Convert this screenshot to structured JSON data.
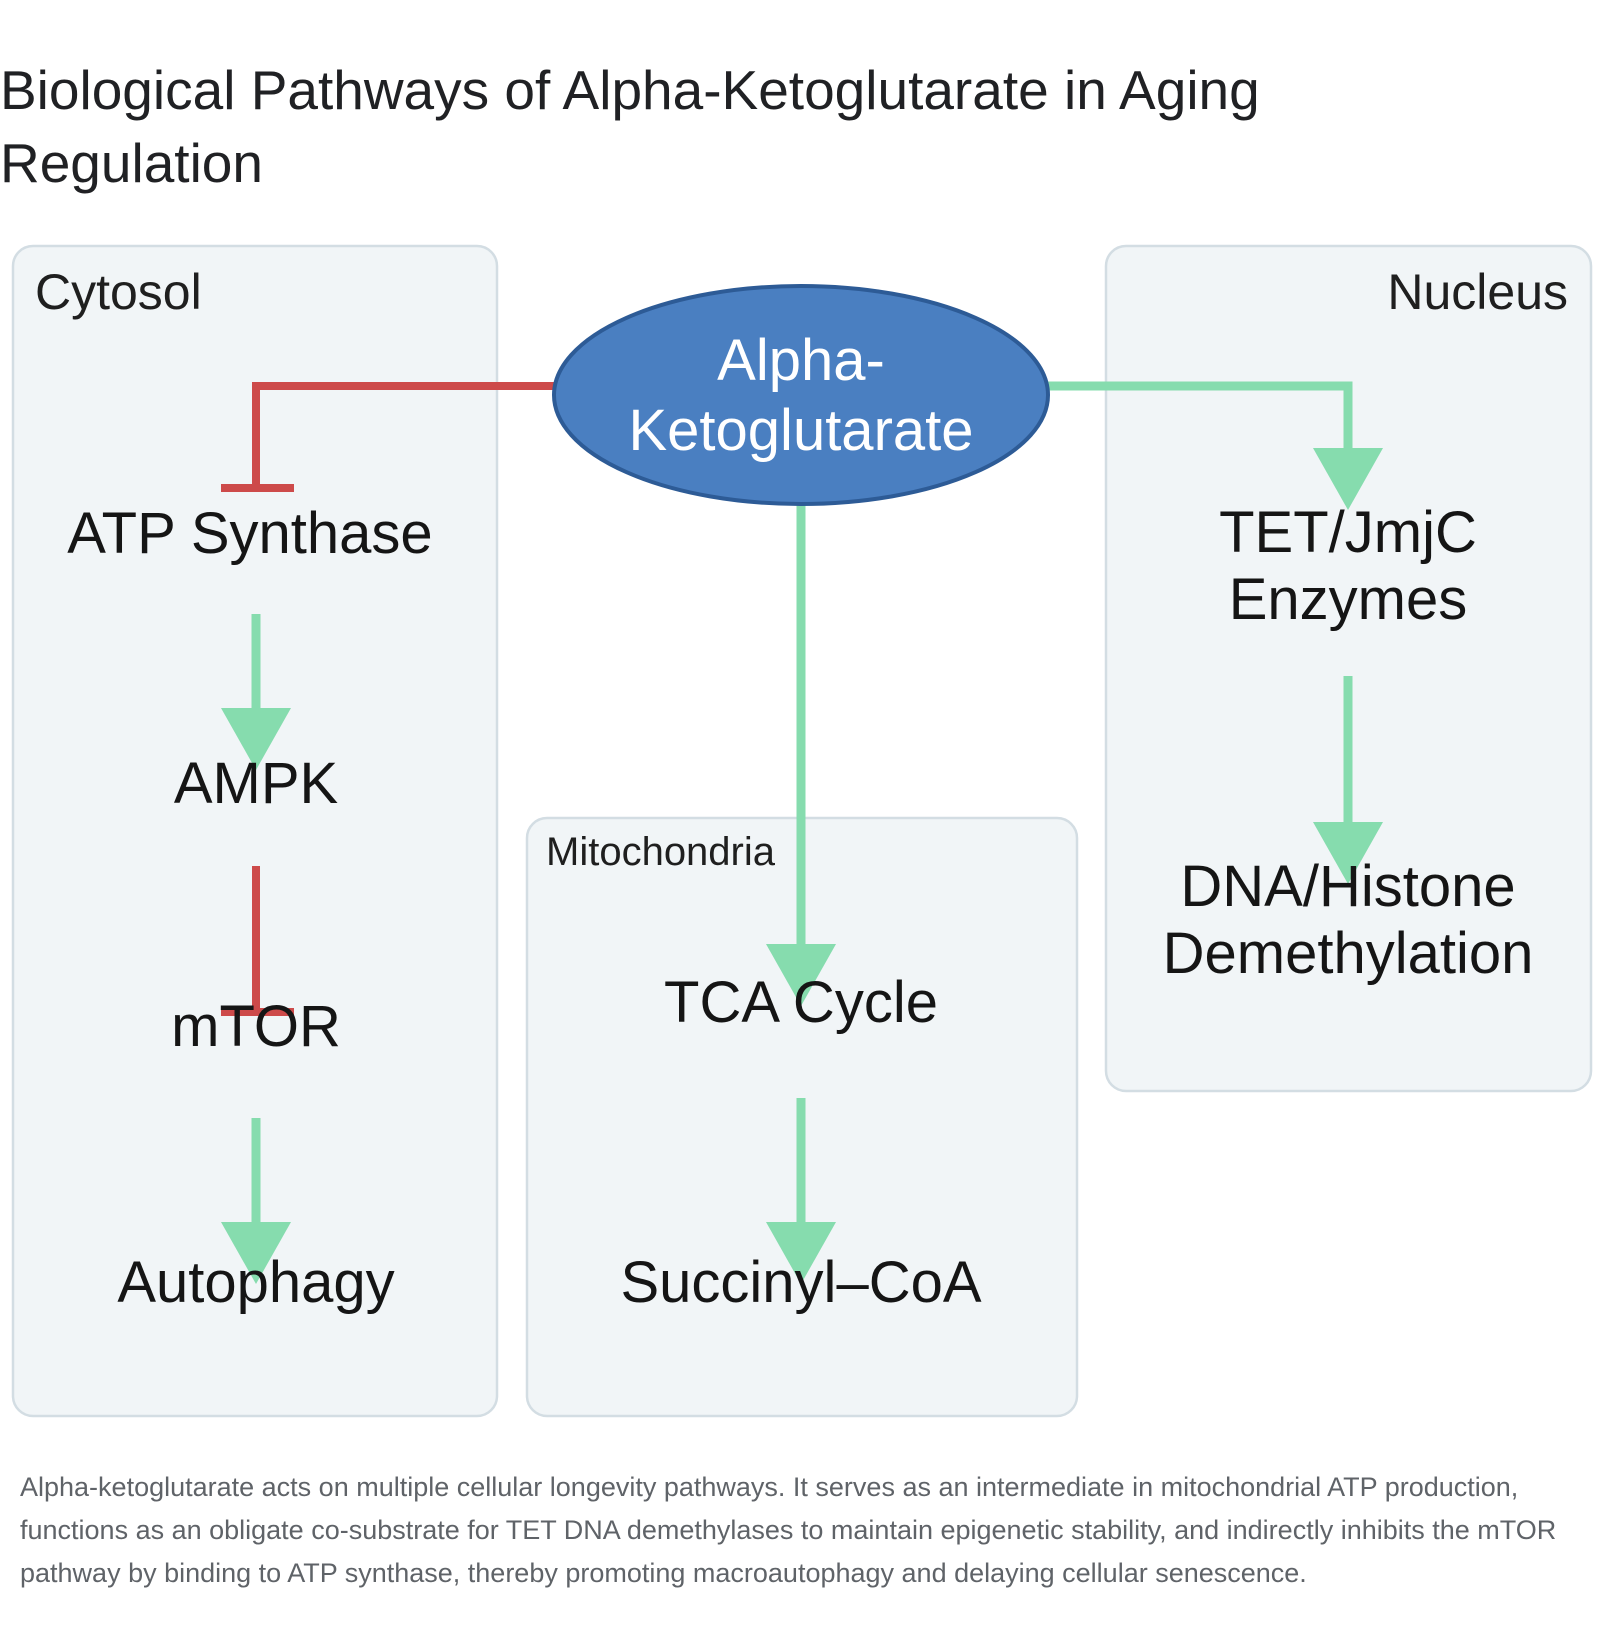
{
  "title": "Biological Pathways of Alpha-Ketoglutarate in Aging Regulation",
  "colors": {
    "activation": "#86dcae",
    "inhibition": "#cd4a4a",
    "hub_fill": "#4a7fc1",
    "hub_stroke": "#2d5b96",
    "panel_fill": "#f1f5f7",
    "panel_border": "#d3dde3"
  },
  "diagram": {
    "compartments": {
      "cytosol": "Cytosol",
      "nucleus": "Nucleus",
      "mitochondria": "Mitochondria"
    },
    "hub": {
      "line1": "Alpha-",
      "line2": "Ketoglutarate"
    },
    "nodes": {
      "atp_synthase": "ATP Synthase",
      "ampk": "AMPK",
      "mtor": "mTOR",
      "autophagy": "Autophagy",
      "tet_line1": "TET/JmjC",
      "tet_line2": "Enzymes",
      "dna_line1": "DNA/Histone",
      "dna_line2": "Demethylation",
      "tca_cycle": "TCA Cycle",
      "succinyl_coa": "Succinyl–CoA"
    },
    "edges": [
      {
        "from": "Alpha-Ketoglutarate",
        "to": "ATP Synthase",
        "type": "inhibition"
      },
      {
        "from": "ATP Synthase",
        "to": "AMPK",
        "type": "activation"
      },
      {
        "from": "AMPK",
        "to": "mTOR",
        "type": "inhibition"
      },
      {
        "from": "mTOR",
        "to": "Autophagy",
        "type": "activation"
      },
      {
        "from": "Alpha-Ketoglutarate",
        "to": "TET/JmjC Enzymes",
        "type": "activation"
      },
      {
        "from": "TET/JmjC Enzymes",
        "to": "DNA/Histone Demethylation",
        "type": "activation"
      },
      {
        "from": "Alpha-Ketoglutarate",
        "to": "TCA Cycle",
        "type": "activation"
      },
      {
        "from": "TCA Cycle",
        "to": "Succinyl–CoA",
        "type": "activation"
      }
    ]
  },
  "caption": "Alpha-ketoglutarate acts on multiple cellular longevity pathways. It serves as an intermediate in mitochondrial ATP production, functions as an obligate co-substrate for TET DNA demethylases to maintain epigenetic stability, and indirectly inhibits the mTOR pathway by binding to ATP synthase, thereby promoting macroautophagy and delaying cellular senescence."
}
